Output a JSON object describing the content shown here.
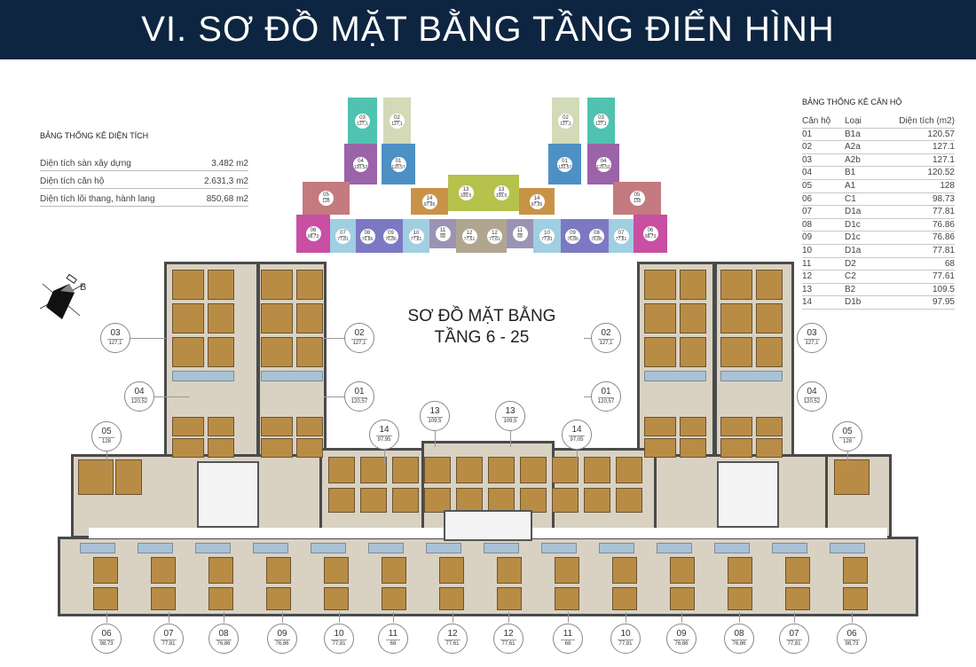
{
  "header": {
    "title": "VI. SƠ ĐỒ MẶT BẰNG TẦNG ĐIỂN HÌNH"
  },
  "area_stats": {
    "title": "BẢNG THỐNG KÊ DIỆN TÍCH",
    "rows": [
      {
        "label": "Diện tích sàn xây dựng",
        "value": "3.482 m2"
      },
      {
        "label": "Diện tích căn hộ",
        "value": "2.631,3 m2"
      },
      {
        "label": "Diện tích lõi thang, hành lang",
        "value": "850,68 m2"
      }
    ]
  },
  "unit_stats": {
    "title": "BẢNG THỐNG KÊ CĂN HỘ",
    "headers": [
      "Căn hộ",
      "Loại",
      "Diện tích (m2)"
    ],
    "rows": [
      [
        "01",
        "B1a",
        "120.57"
      ],
      [
        "02",
        "A2a",
        "127.1"
      ],
      [
        "03",
        "A2b",
        "127.1"
      ],
      [
        "04",
        "B1",
        "120.52"
      ],
      [
        "05",
        "A1",
        "128"
      ],
      [
        "06",
        "C1",
        "98.73"
      ],
      [
        "07",
        "D1a",
        "77.81"
      ],
      [
        "08",
        "D1c",
        "76.86"
      ],
      [
        "09",
        "D1c",
        "76.86"
      ],
      [
        "10",
        "D1a",
        "77.81"
      ],
      [
        "11",
        "D2",
        "68"
      ],
      [
        "12",
        "C2",
        "77.61"
      ],
      [
        "13",
        "B2",
        "109.5"
      ],
      [
        "14",
        "D1b",
        "97.95"
      ]
    ]
  },
  "key_plan": [
    {
      "unit": "03",
      "area": "127,1",
      "color": "#4fc2b0"
    },
    {
      "unit": "04",
      "area": "120,52",
      "color": "#9b63a8"
    },
    {
      "unit": "02",
      "area": "127,1",
      "color": "#d3dab7"
    },
    {
      "unit": "01",
      "area": "120,57",
      "color": "#4d90c4"
    },
    {
      "unit": "02",
      "area": "127,1",
      "color": "#d3dab7"
    },
    {
      "unit": "01",
      "area": "120,57",
      "color": "#4d90c4"
    },
    {
      "unit": "03",
      "area": "127,1",
      "color": "#4fc2b0"
    },
    {
      "unit": "04",
      "area": "120,52",
      "color": "#9b63a8"
    },
    {
      "unit": "05",
      "area": "128",
      "color": "#c47a7e"
    },
    {
      "unit": "14",
      "area": "97,95",
      "color": "#c99347"
    },
    {
      "unit": "13",
      "area": "109,5",
      "color": "#b5c24b"
    },
    {
      "unit": "13",
      "area": "109,5",
      "color": "#b5c24b"
    },
    {
      "unit": "14",
      "area": "97,95",
      "color": "#c99347"
    },
    {
      "unit": "05",
      "area": "128",
      "color": "#c47a7e"
    },
    {
      "unit": "06",
      "area": "98,73",
      "color": "#c94fa3"
    },
    {
      "unit": "07",
      "area": "77,81",
      "color": "#9fcfe0"
    },
    {
      "unit": "08",
      "area": "76,86",
      "color": "#7d78c4"
    },
    {
      "unit": "09",
      "area": "76,86",
      "color": "#7d78c4"
    },
    {
      "unit": "10",
      "area": "77,81",
      "color": "#9fcfe0"
    },
    {
      "unit": "11",
      "area": "68",
      "color": "#9a93b5"
    },
    {
      "unit": "12",
      "area": "77,61",
      "color": "#b0a690"
    },
    {
      "unit": "12",
      "area": "77,61",
      "color": "#b0a690"
    },
    {
      "unit": "11",
      "area": "68",
      "color": "#9a93b5"
    },
    {
      "unit": "10",
      "area": "77,81",
      "color": "#9fcfe0"
    },
    {
      "unit": "09",
      "area": "76,86",
      "color": "#7d78c4"
    },
    {
      "unit": "08",
      "area": "76,86",
      "color": "#7d78c4"
    },
    {
      "unit": "07",
      "area": "77,81",
      "color": "#9fcfe0"
    },
    {
      "unit": "06",
      "area": "98,73",
      "color": "#c94fa3"
    }
  ],
  "floor_plan": {
    "title_line1": "SƠ ĐỒ MẶT BẰNG",
    "title_line2": "TẦNG 6 - 25",
    "compass_label": "B",
    "callouts": [
      {
        "unit": "03",
        "area": "127,1"
      },
      {
        "unit": "02",
        "area": "127,1"
      },
      {
        "unit": "04",
        "area": "120,52"
      },
      {
        "unit": "01",
        "area": "120,57"
      },
      {
        "unit": "05",
        "area": "128"
      },
      {
        "unit": "14",
        "area": "97,95"
      },
      {
        "unit": "13",
        "area": "109,5"
      },
      {
        "unit": "13",
        "area": "109,5"
      },
      {
        "unit": "14",
        "area": "97,05"
      },
      {
        "unit": "01",
        "area": "120,57"
      },
      {
        "unit": "02",
        "area": "127,1"
      },
      {
        "unit": "03",
        "area": "127,1"
      },
      {
        "unit": "04",
        "area": "120,52"
      },
      {
        "unit": "05",
        "area": "128"
      },
      {
        "unit": "06",
        "area": "98,73"
      },
      {
        "unit": "07",
        "area": "77,81"
      },
      {
        "unit": "08",
        "area": "76,86"
      },
      {
        "unit": "09",
        "area": "76,86"
      },
      {
        "unit": "10",
        "area": "77,81"
      },
      {
        "unit": "11",
        "area": "68"
      },
      {
        "unit": "12",
        "area": "77,61"
      },
      {
        "unit": "12",
        "area": "77,61"
      },
      {
        "unit": "11",
        "area": "68"
      },
      {
        "unit": "10",
        "area": "77,81"
      },
      {
        "unit": "09",
        "area": "76,86"
      },
      {
        "unit": "08",
        "area": "76,86"
      },
      {
        "unit": "07",
        "area": "77,81"
      },
      {
        "unit": "06",
        "area": "98,73"
      }
    ]
  }
}
